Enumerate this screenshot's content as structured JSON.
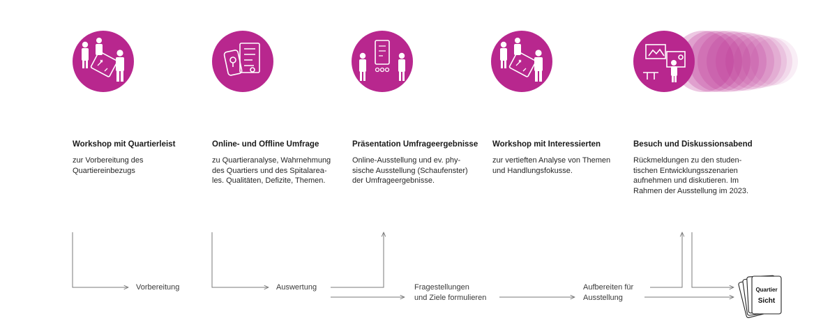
{
  "colors": {
    "accent": "#b8278e",
    "line": "#7a7a7a"
  },
  "steps": [
    {
      "icon": "workshop-group-map-icon",
      "title": "Workshop mit Quartierleist",
      "description": "zur Vorbereitung des\nQuartiereinbezugs"
    },
    {
      "icon": "survey-phone-form-icon",
      "title": "Online- und Offline Umfrage",
      "description": "zu Quartieranalyse, Wahrnehmung\ndes Quartiers und des Spitalarea-\nles. Qualitäten, Defizite, Themen."
    },
    {
      "icon": "presentation-board-icon",
      "title": "Präsentation Umfrageergebnisse",
      "description": "Online-Ausstellung und ev. phy-\nsische Ausstellung (Schaufenster)\nder Umfrageergebnisse."
    },
    {
      "icon": "workshop-group-map-icon",
      "title": "Workshop mit Interessierten",
      "description": "zur vertieften Analyse von Themen\nund Handlungsfokusse."
    },
    {
      "icon": "exhibition-visit-icon",
      "title": "Besuch und Diskussionsabend",
      "description": "Rückmeldungen zu den studen-\ntischen Entwicklungsszenarien\naufnehmen und diskutieren. Im\nRahmen der Ausstellung im 2023."
    }
  ],
  "flow": {
    "labels": [
      "Vorbereitung",
      "Auswertung",
      "Fragestellungen\nund Ziele formulieren",
      "Aufbereiten für\nAusstellung"
    ],
    "end_icon": "quartier-sicht-cards-icon",
    "end_card": {
      "line1": "Quartier",
      "line2": "Sicht"
    }
  }
}
